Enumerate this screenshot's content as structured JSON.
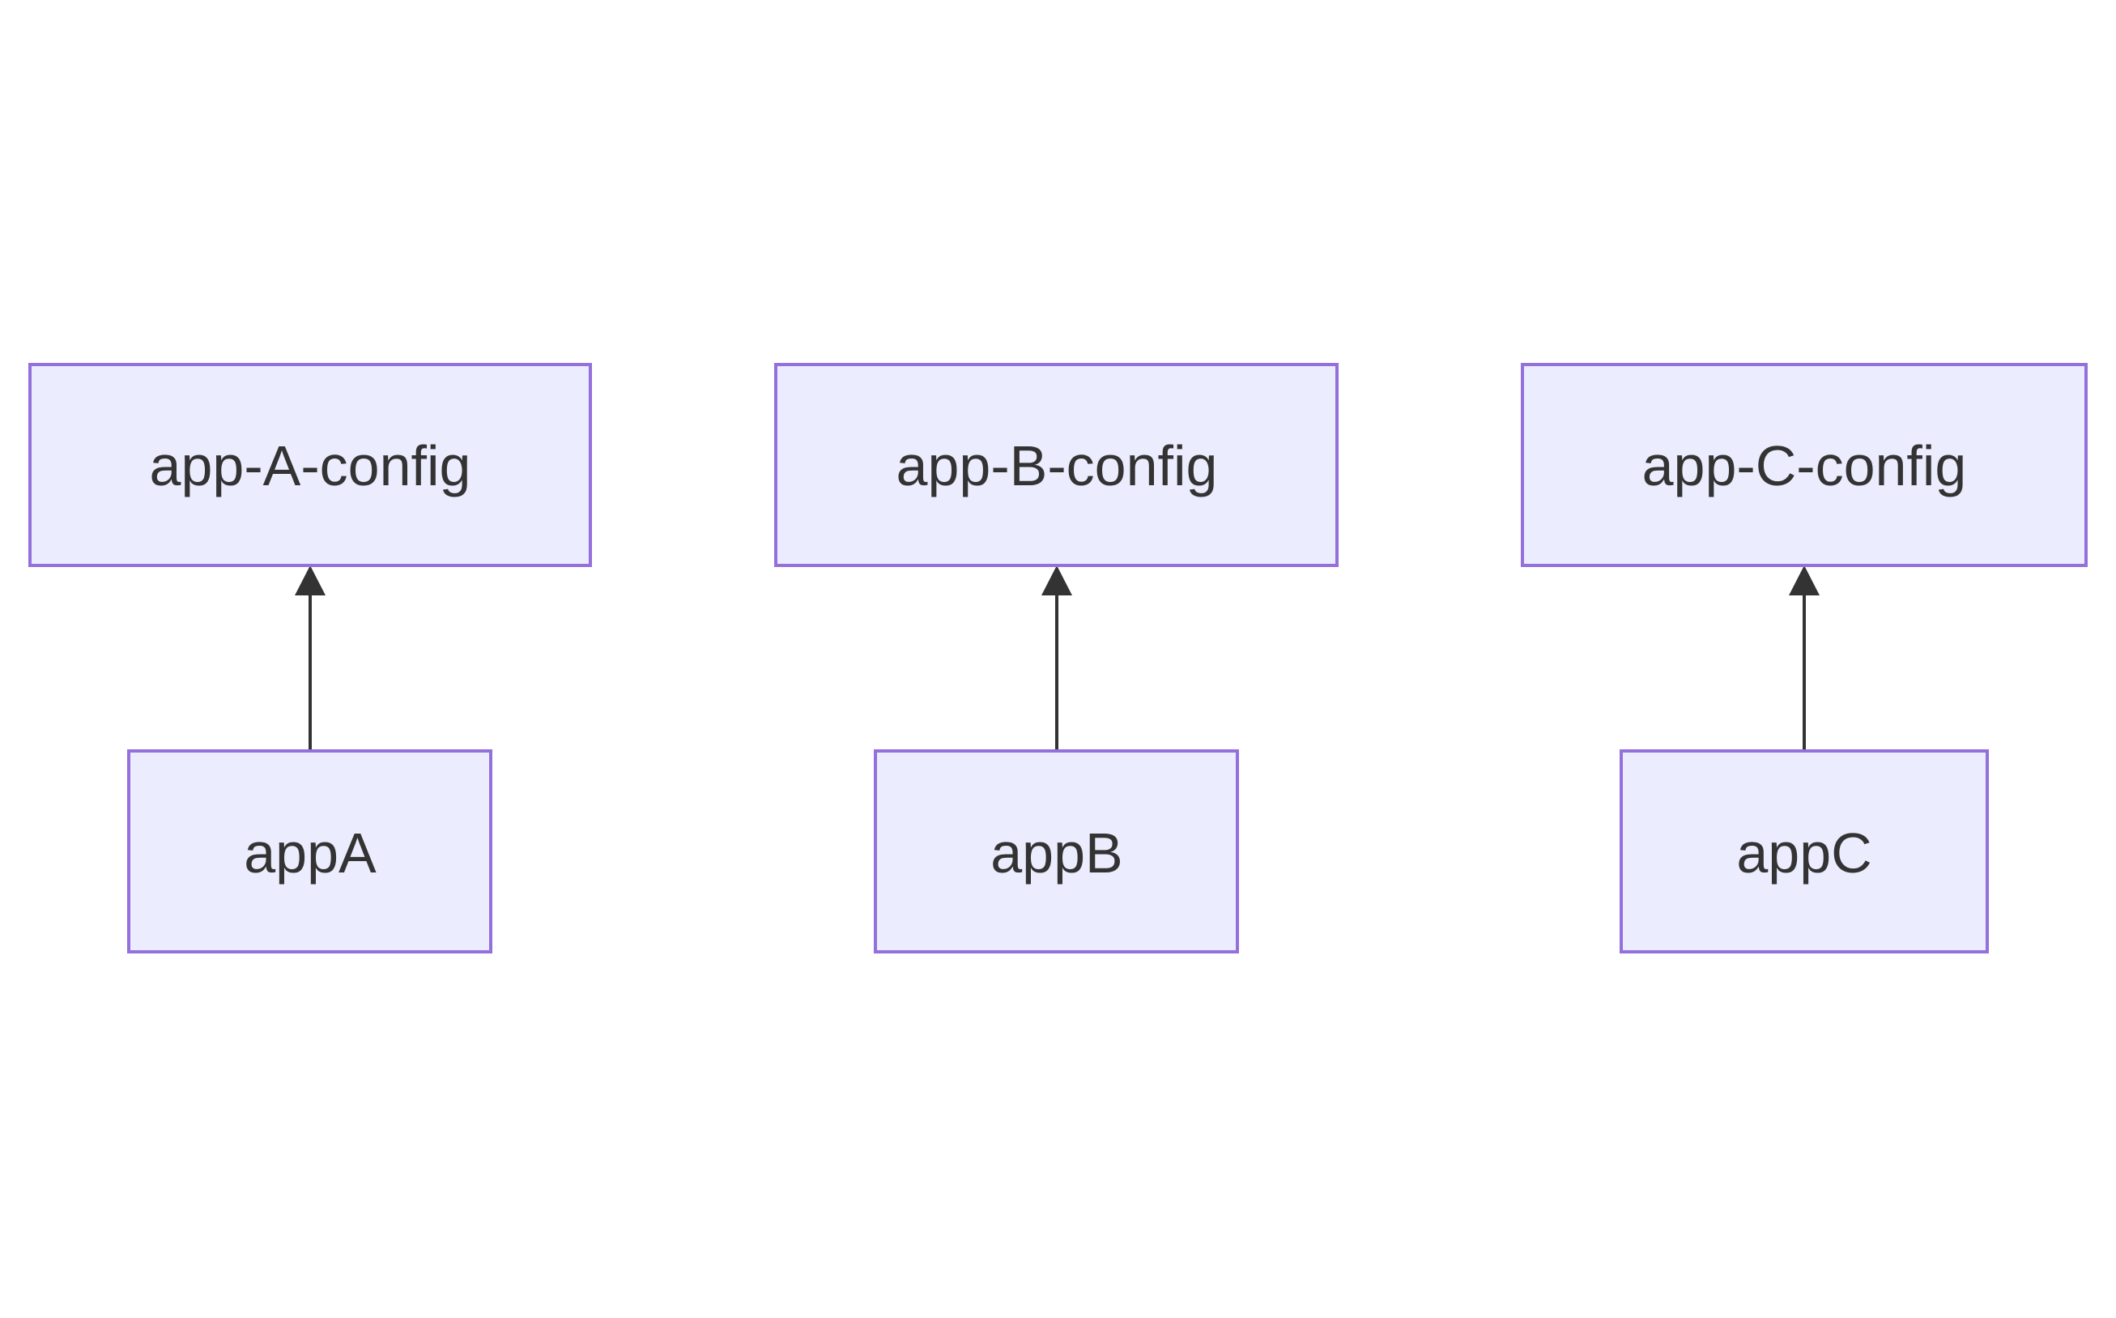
{
  "diagram": {
    "type": "flowchart",
    "direction": "bottom-to-top",
    "colors": {
      "node_fill": "#ececff",
      "node_border": "#9370db",
      "text": "#333333",
      "edge": "#333333",
      "background": "#ffffff"
    },
    "nodes": [
      {
        "id": "appA_config",
        "label": "app-A-config"
      },
      {
        "id": "appB_config",
        "label": "app-B-config"
      },
      {
        "id": "appC_config",
        "label": "app-C-config"
      },
      {
        "id": "appA",
        "label": "appA"
      },
      {
        "id": "appB",
        "label": "appB"
      },
      {
        "id": "appC",
        "label": "appC"
      }
    ],
    "edges": [
      {
        "from": "appA",
        "to": "appA_config"
      },
      {
        "from": "appB",
        "to": "appB_config"
      },
      {
        "from": "appC",
        "to": "appC_config"
      }
    ]
  }
}
